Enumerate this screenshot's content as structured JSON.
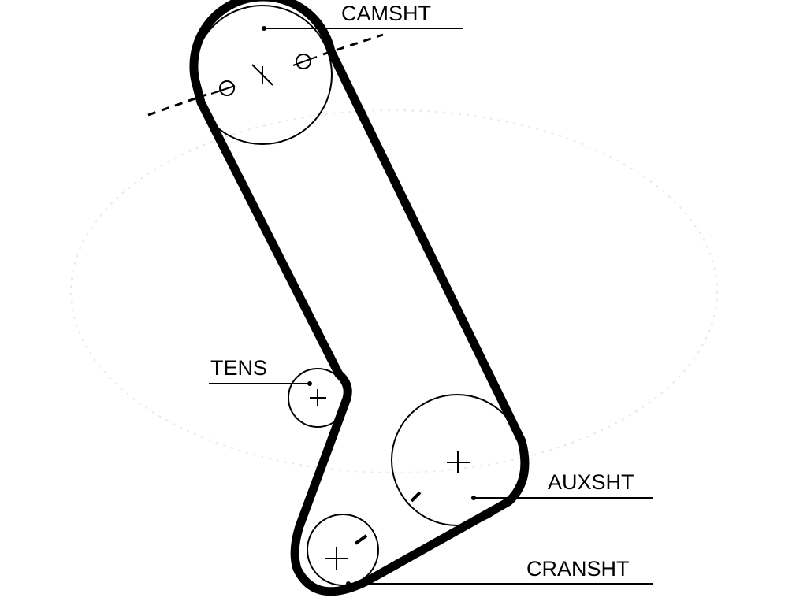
{
  "labels": {
    "camshaft": "CAMSHT",
    "tensioner": "TENS",
    "auxiliary": "AUXSHT",
    "crankshaft": "CRANSHT"
  },
  "colors": {
    "belt": "#000000",
    "background": "#ffffff",
    "watermark": "#e9e9e9"
  }
}
